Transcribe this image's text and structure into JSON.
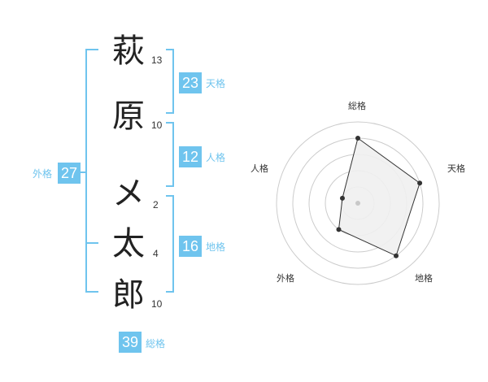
{
  "name_chars": [
    {
      "char": "萩",
      "strokes": "13"
    },
    {
      "char": "原",
      "strokes": "10"
    },
    {
      "char": "メ",
      "strokes": "2"
    },
    {
      "char": "太",
      "strokes": "4"
    },
    {
      "char": "郎",
      "strokes": "10"
    }
  ],
  "fortunes": {
    "tenkaku": {
      "label": "天格",
      "value": "23"
    },
    "jinkaku": {
      "label": "人格",
      "value": "12"
    },
    "chikaku": {
      "label": "地格",
      "value": "16"
    },
    "gaikaku": {
      "label": "外格",
      "value": "27"
    },
    "soukaku": {
      "label": "総格",
      "value": "39"
    }
  },
  "colors": {
    "accent": "#6fc4ee",
    "text": "#222222",
    "radar_fill": "#f0f0f0",
    "radar_line": "#333333",
    "grid": "#cccccc"
  },
  "chart_data": {
    "type": "radar",
    "axes": [
      "総格",
      "天格",
      "地格",
      "外格",
      "人格"
    ],
    "values": [
      4,
      4,
      4,
      2,
      1
    ],
    "max": 5
  }
}
